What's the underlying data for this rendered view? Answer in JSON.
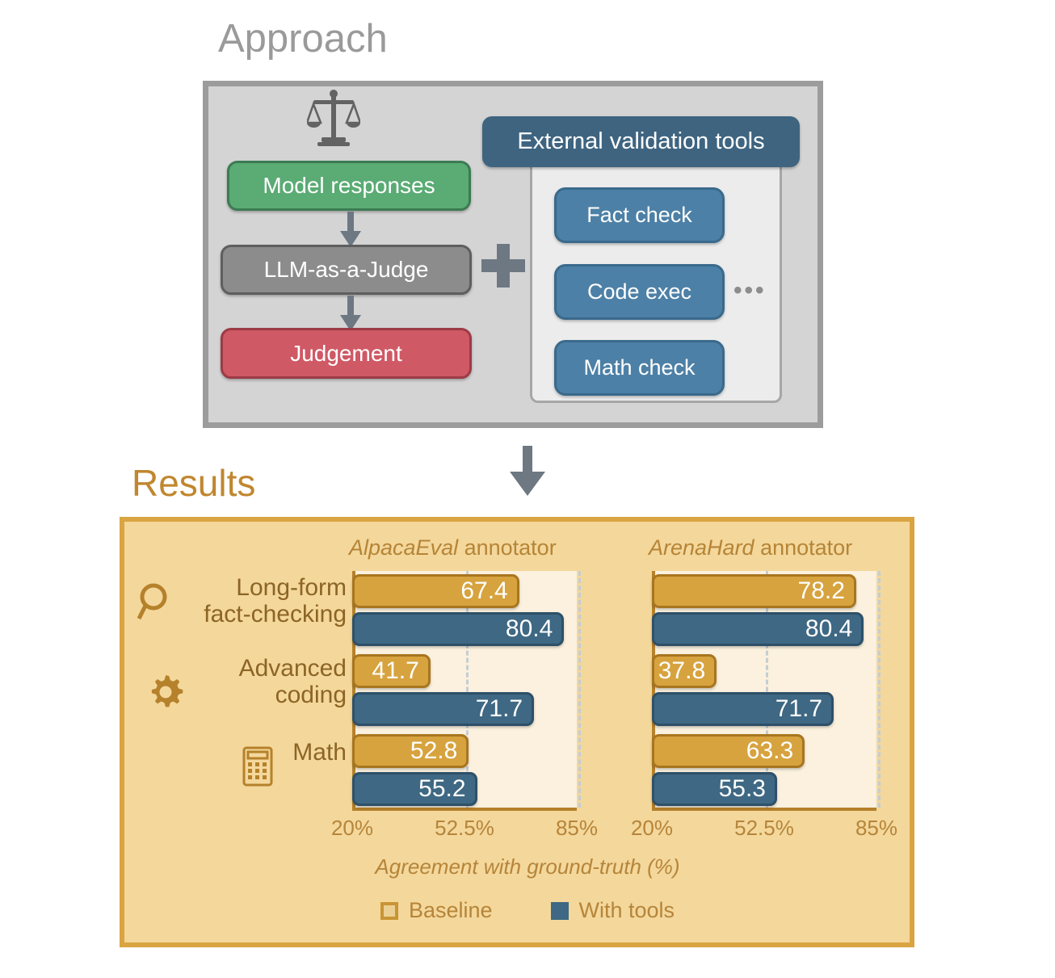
{
  "approach": {
    "title": "Approach",
    "scale_icon": "balance-scale-icon",
    "flow": [
      {
        "id": "model-responses",
        "label": "Model responses",
        "color": "#5aab74"
      },
      {
        "id": "llm-judge",
        "label": "LLM-as-a-Judge",
        "color": "#8c8c8c"
      },
      {
        "id": "judgement",
        "label": "Judgement",
        "color": "#cf5965"
      }
    ],
    "plus_symbol": "+",
    "tools_header": "External validation tools",
    "tools": [
      {
        "id": "fact-check",
        "label": "Fact check"
      },
      {
        "id": "code-exec",
        "label": "Code exec"
      },
      {
        "id": "math-check",
        "label": "Math check"
      }
    ],
    "tools_ellipsis": "•••"
  },
  "results": {
    "title": "Results",
    "panel_bg": "#f4d79b",
    "panel_border": "#d9a441"
  },
  "chart_data": {
    "type": "bar",
    "orientation": "horizontal",
    "title": "",
    "xlabel": "Agreement with ground-truth (%)",
    "ylabel": "",
    "xlim": [
      20,
      85
    ],
    "xticks": [
      "20%",
      "52.5%",
      "85%"
    ],
    "xtick_values": [
      20,
      52.5,
      85
    ],
    "grid": "vertical-dashed-at-52.5-and-85",
    "legend_position": "bottom-center",
    "categories": [
      "Long-form\nfact-checking",
      "Advanced\ncoding",
      "Math"
    ],
    "category_icons": [
      "magnifier-icon",
      "gear-icon",
      "calculator-icon"
    ],
    "series": [
      {
        "name": "Baseline",
        "color": "#d7a33f"
      },
      {
        "name": "With tools",
        "color": "#3e6883"
      }
    ],
    "panels": [
      {
        "name": "AlpacaEval annotator",
        "name_italic": "AlpacaEval",
        "name_rest": " annotator",
        "values": {
          "Baseline": [
            67.4,
            41.7,
            52.8
          ],
          "With tools": [
            80.4,
            71.7,
            55.2
          ]
        }
      },
      {
        "name": "ArenaHard annotator",
        "name_italic": "ArenaHard",
        "name_rest": " annotator",
        "values": {
          "Baseline": [
            78.2,
            37.8,
            63.3
          ],
          "With tools": [
            80.4,
            71.7,
            55.3
          ]
        }
      }
    ]
  }
}
